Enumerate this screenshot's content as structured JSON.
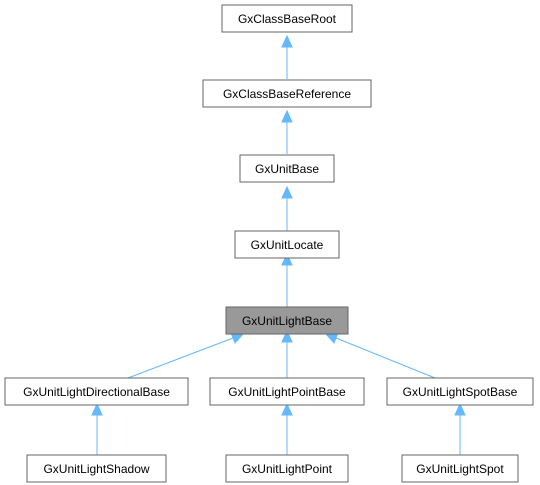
{
  "diagram": {
    "type": "class-inheritance-graph",
    "colors": {
      "edge": "#63b8ff",
      "node_border": "#666666",
      "node_fill": "#ffffff",
      "highlight_fill": "#999999",
      "text": "#000000"
    },
    "nodes": {
      "root": "GxClassBaseRoot",
      "reference": "GxClassBaseReference",
      "unit_base": "GxUnitBase",
      "unit_locate": "GxUnitLocate",
      "light_base": "GxUnitLightBase",
      "directional_base": "GxUnitLightDirectionalBase",
      "point_base": "GxUnitLightPointBase",
      "spot_base": "GxUnitLightSpotBase",
      "shadow": "GxUnitLightShadow",
      "point": "GxUnitLightPoint",
      "spot": "GxUnitLightSpot"
    },
    "highlighted": "light_base",
    "edges": [
      {
        "from": "reference",
        "to": "root"
      },
      {
        "from": "unit_base",
        "to": "reference"
      },
      {
        "from": "unit_locate",
        "to": "unit_base"
      },
      {
        "from": "light_base",
        "to": "unit_locate"
      },
      {
        "from": "directional_base",
        "to": "light_base"
      },
      {
        "from": "point_base",
        "to": "light_base"
      },
      {
        "from": "spot_base",
        "to": "light_base"
      },
      {
        "from": "shadow",
        "to": "directional_base"
      },
      {
        "from": "point",
        "to": "point_base"
      },
      {
        "from": "spot",
        "to": "spot_base"
      }
    ]
  }
}
